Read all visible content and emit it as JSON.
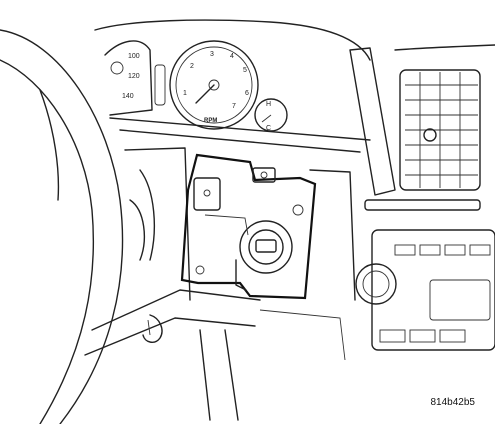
{
  "tachometer": {
    "dial_numbers": [
      "1",
      "2",
      "3",
      "4",
      "5",
      "6",
      "7"
    ],
    "unit_label": "RPM"
  },
  "speedometer": {
    "dial_numbers": [
      "100",
      "120",
      "140"
    ]
  },
  "fuel_gauge": {
    "labels": [
      "H",
      "C"
    ]
  },
  "figure_code": "814b42b5"
}
